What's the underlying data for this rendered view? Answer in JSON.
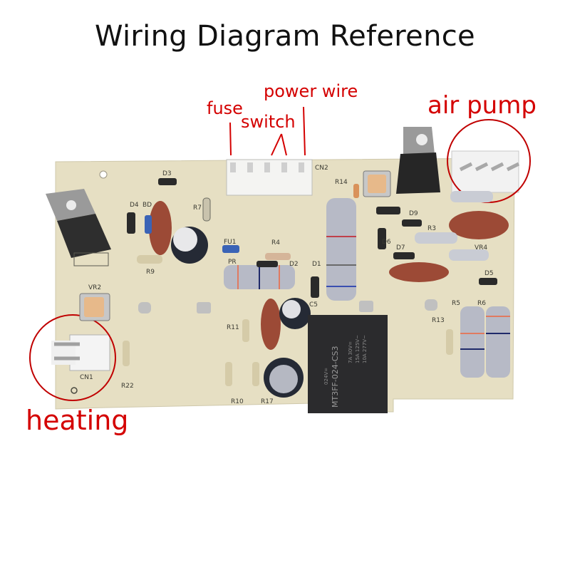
{
  "title": "Wiring Diagram Reference",
  "annotations": {
    "fuse": "fuse",
    "switch": "switch",
    "power_wire": "power wire",
    "air_pump": "air pump",
    "heating": "heating"
  },
  "colors": {
    "annotation": "#d40000",
    "board": "#e6dfc3",
    "title": "#111111"
  },
  "board_labels": {
    "cn1": "CN1",
    "cn2": "CN2",
    "d1": "D1",
    "d2": "D2",
    "d3": "D3",
    "d4": "D4",
    "bd": "BD",
    "d5": "D5",
    "d6": "D6",
    "d7": "D7",
    "d9": "D9",
    "r3": "R3",
    "r4": "R4",
    "r5": "R5",
    "r6": "R6",
    "r7": "R7",
    "r9": "R9",
    "r10": "R10",
    "r11": "R11",
    "r13": "R13",
    "r14": "R14",
    "r17": "R17",
    "r22": "R22",
    "vr2": "VR2",
    "vr4": "VR4",
    "c5": "C5",
    "pr": "PR",
    "fu1": "FU1"
  },
  "relay": {
    "model": "MT3FF-024-CS3",
    "coil": "024V=",
    "ratings": [
      "7A 30V=",
      "15A 125V~",
      "10A 277V~"
    ]
  }
}
